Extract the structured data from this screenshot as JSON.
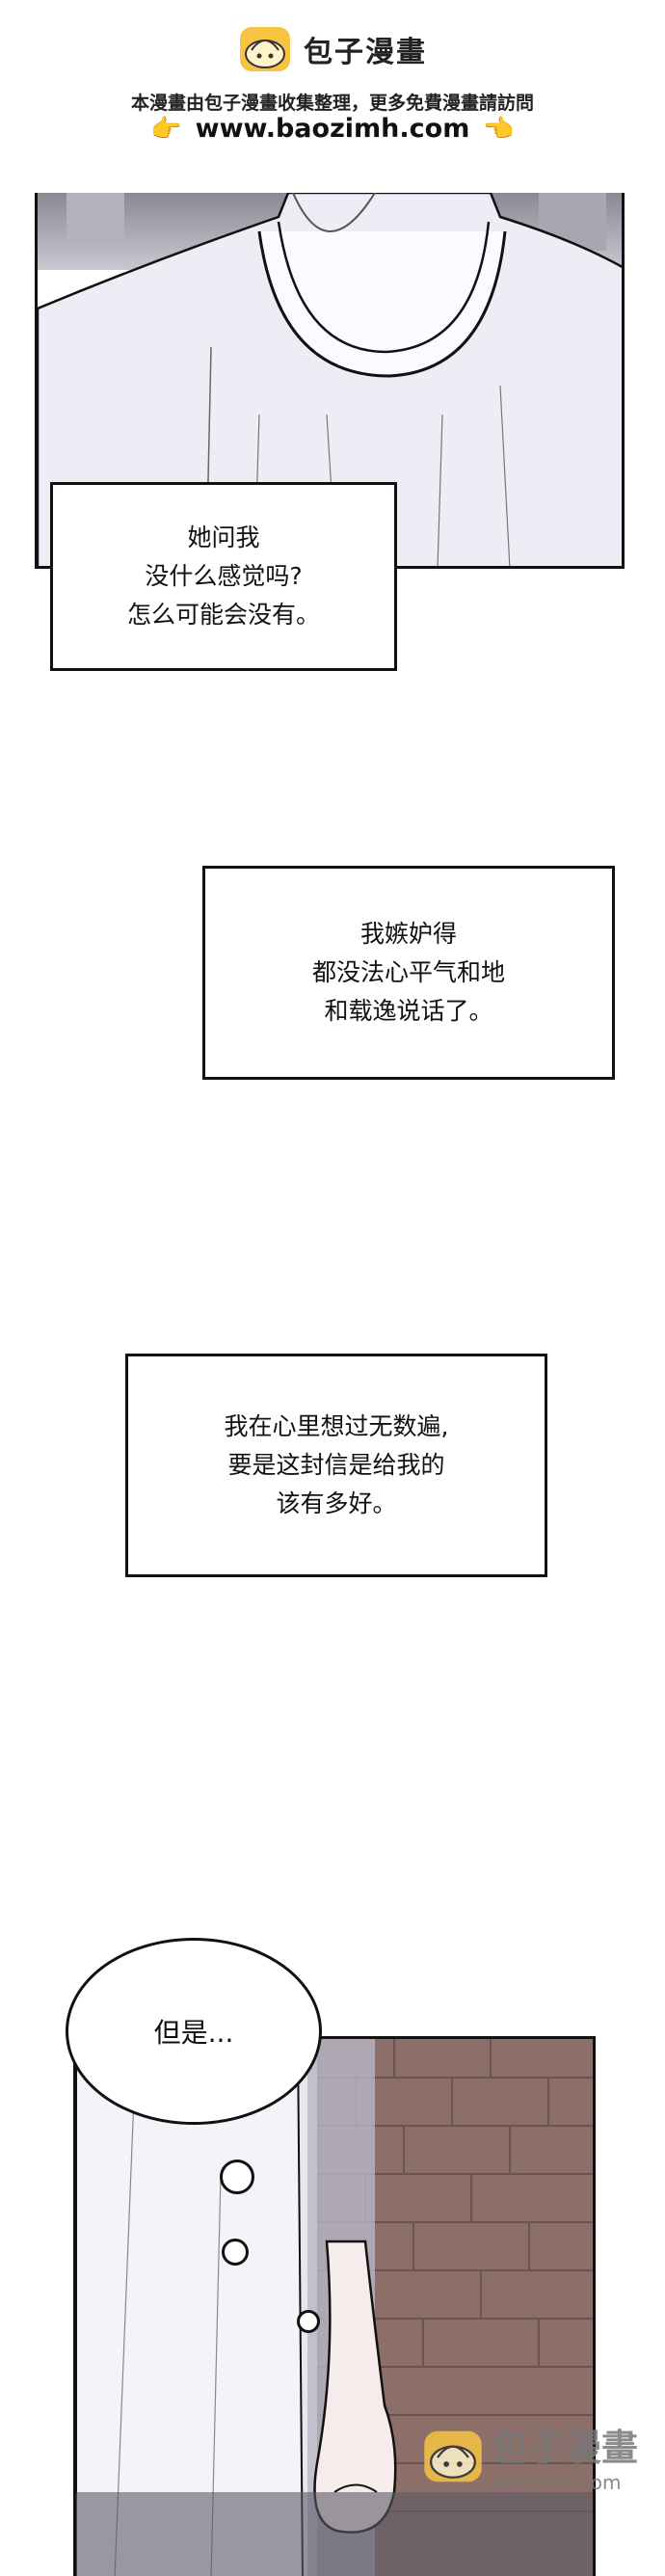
{
  "header": {
    "logo_text": "包子漫畫",
    "tagline": "本漫畫由包子漫畫收集整理，更多免費漫畫請訪問",
    "url": "www.baozimh.com",
    "hand_left": "👉",
    "hand_right": "👈"
  },
  "captions": [
    {
      "text": "她问我\n没什么感觉吗?\n怎么可能会没有。"
    },
    {
      "text": "我嫉妒得\n都没法心平气和地\n和载逸说话了。"
    },
    {
      "text": "我在心里想过无数遍,\n要是这封信是给我的\n该有多好。"
    }
  ],
  "bubble": {
    "text": "但是..."
  },
  "footer_watermark": {
    "title": "包子漫畫",
    "url": "baozimh.com"
  },
  "colors": {
    "accent": "#f6c343",
    "ink": "#111111"
  }
}
